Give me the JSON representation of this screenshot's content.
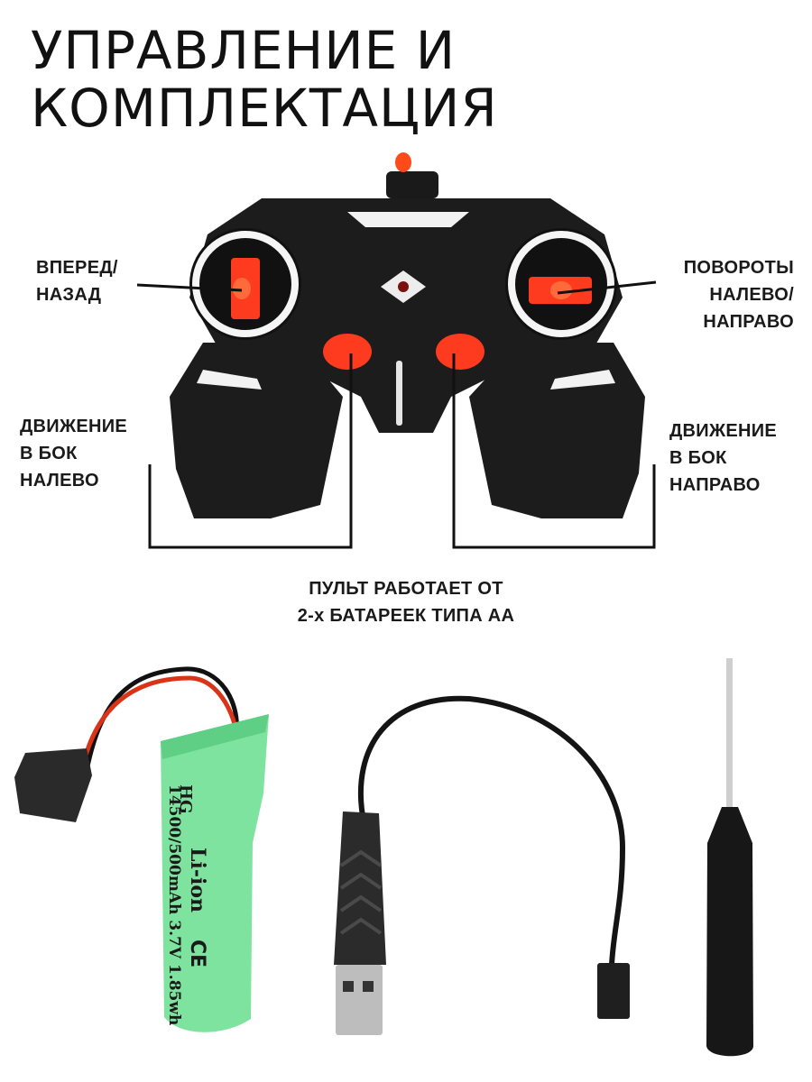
{
  "title": {
    "line1": "УПРАВЛЕНИЕ И",
    "line2": "КОМПЛЕКТАЦИЯ"
  },
  "labels": {
    "forward_back": [
      "ВПЕРЕД/",
      "НАЗАД"
    ],
    "turns": [
      "ПОВОРОТЫ",
      "НАЛЕВО/",
      "НАПРАВО"
    ],
    "side_left": [
      "ДВИЖЕНИЕ",
      "В БОК",
      "НАЛЕВО"
    ],
    "side_right": [
      "ДВИЖЕНИЕ",
      "В БОК",
      "НАПРАВО"
    ],
    "remote_power": [
      "ПУЛЬТ РАБОТАЕТ ОТ",
      "2-х БАТАРЕЕК ТИПА АА"
    ]
  },
  "battery": {
    "brand": "HG",
    "chem": "Li-ion",
    "spec": "14500/500mAh 3.7V 1.85wh",
    "mark": "CE"
  },
  "colors": {
    "accent": "#ff3b1f",
    "body": "#1c1c1c",
    "battery": "#7fe3a0"
  }
}
